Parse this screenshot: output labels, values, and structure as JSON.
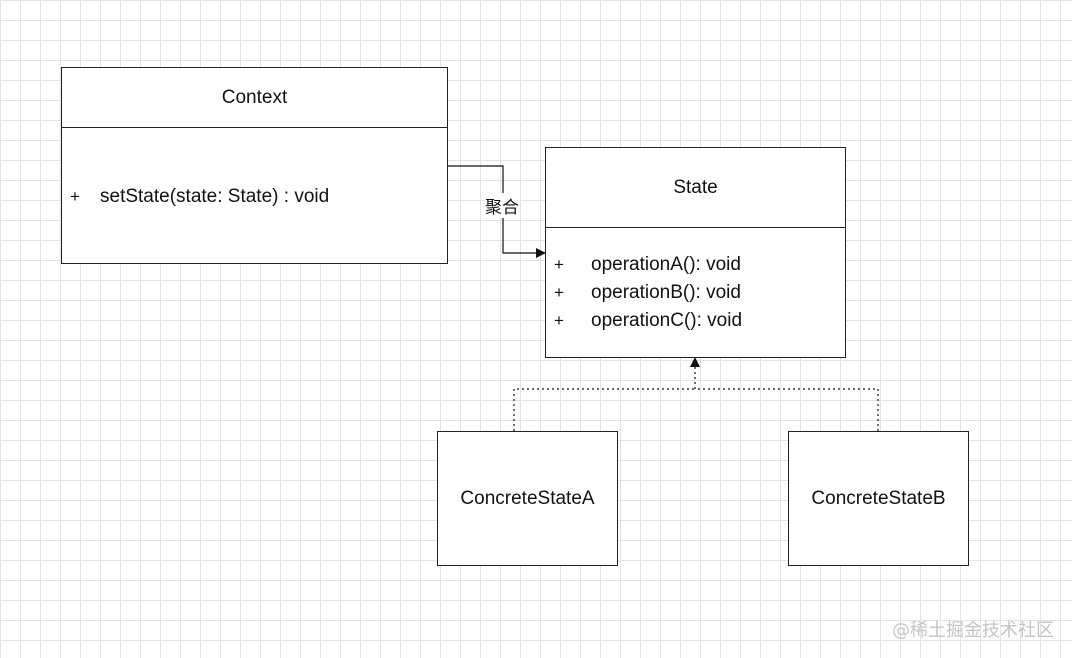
{
  "classes": {
    "context": {
      "name": "Context",
      "methods": [
        {
          "visibility": "+",
          "signature": "setState(state: State) : void"
        }
      ]
    },
    "state": {
      "name": "State",
      "methods": [
        {
          "visibility": "+",
          "signature": "operationA(): void"
        },
        {
          "visibility": "+",
          "signature": "operationB(): void"
        },
        {
          "visibility": "+",
          "signature": "operationC(): void"
        }
      ]
    },
    "concrete_a": {
      "name": "ConcreteStateA"
    },
    "concrete_b": {
      "name": "ConcreteStateB"
    }
  },
  "relations": {
    "aggregation_label": "聚合"
  },
  "watermark": "@稀土掘金技术社区"
}
